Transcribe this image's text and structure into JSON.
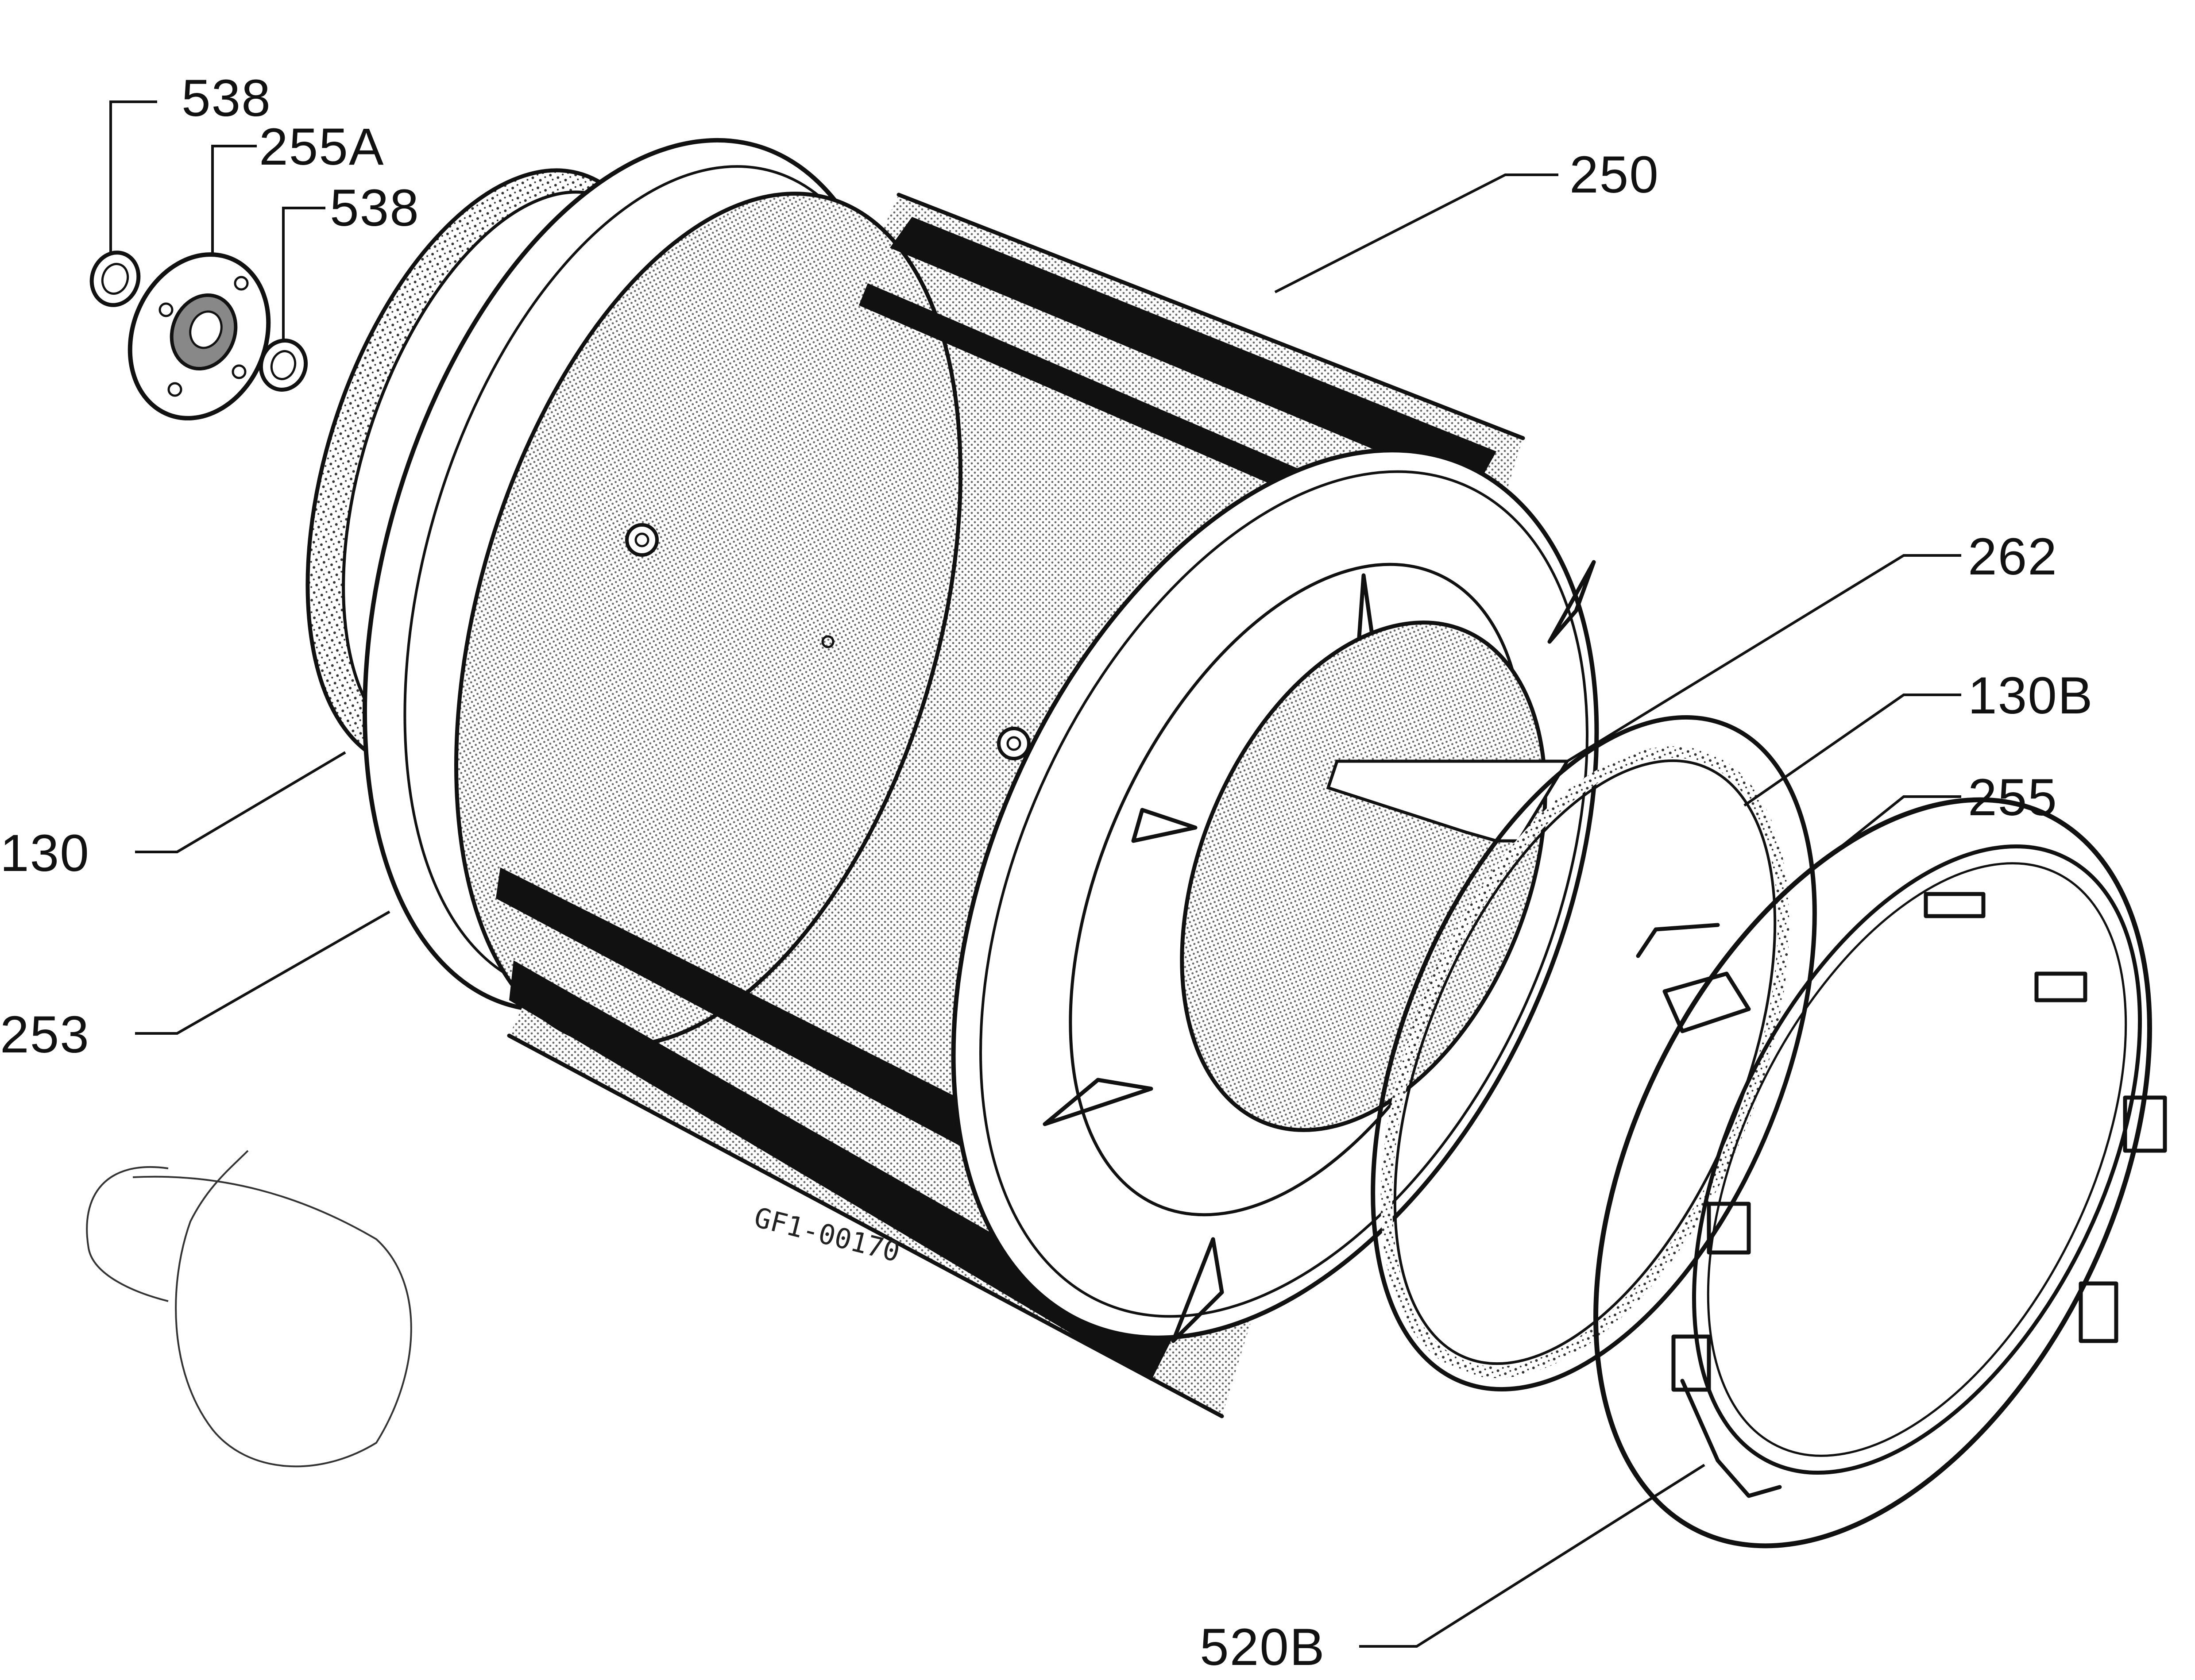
{
  "labels": {
    "l538a": "538",
    "l255a": "255A",
    "l538b": "538",
    "l250": "250",
    "l262": "262",
    "l130b": "130B",
    "l255": "255",
    "l130": "130",
    "l253": "253",
    "l520b": "520B"
  },
  "drawing_code": "GF1-00170",
  "colors": {
    "ink": "#111111",
    "background": "#ffffff",
    "shade": "#8a8a8a"
  }
}
